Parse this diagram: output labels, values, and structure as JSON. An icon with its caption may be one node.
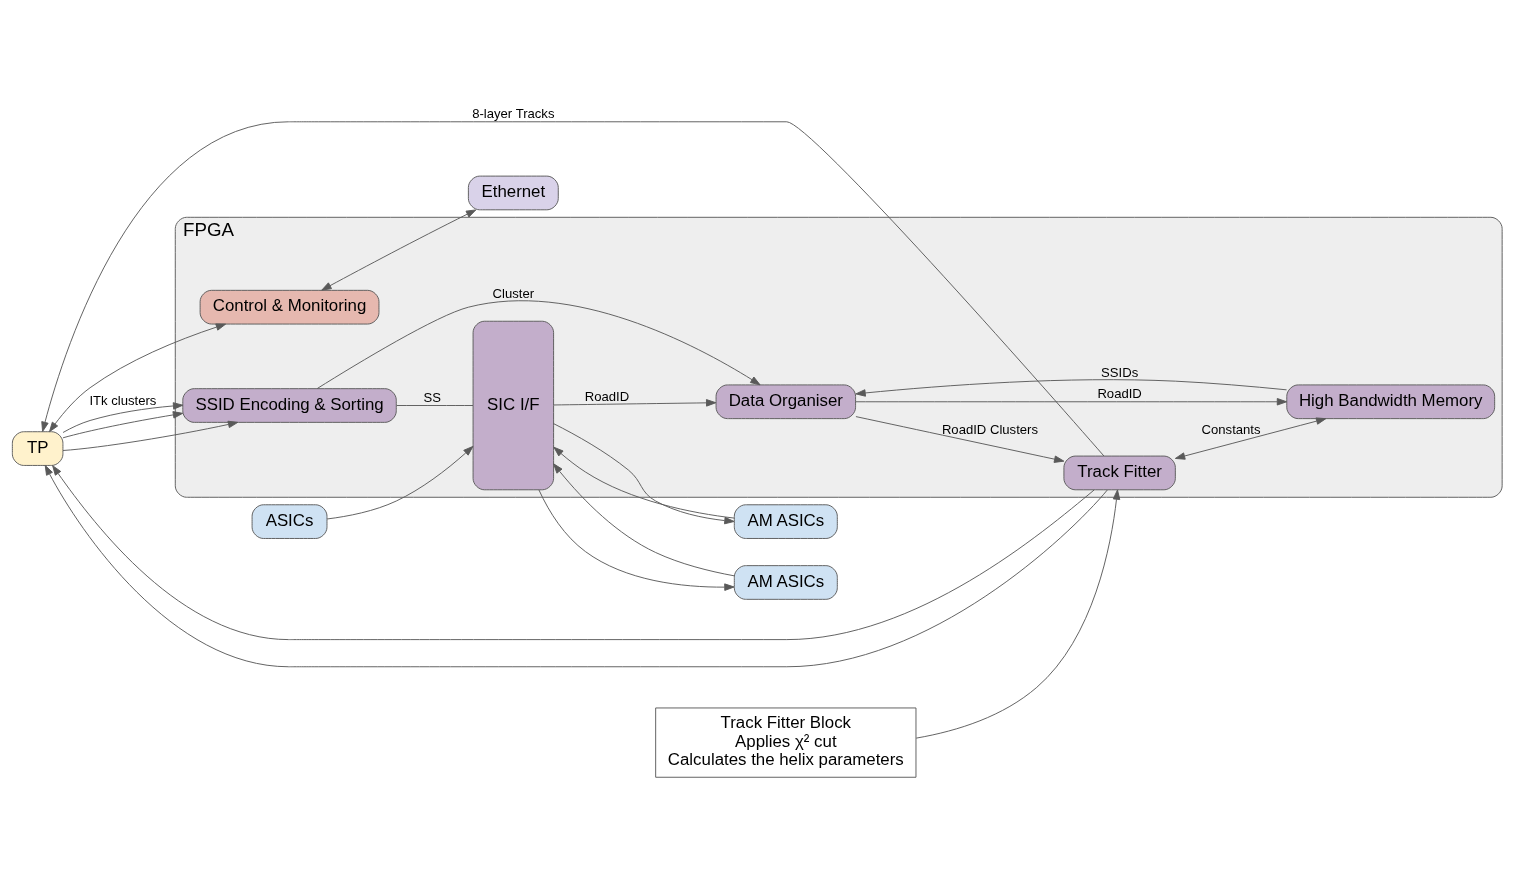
{
  "diagram": {
    "nodes": [
      {
        "text": [
          "TP"
        ]
      },
      {
        "text": [
          "FPGA"
        ]
      },
      {
        "text": [
          "SSID Encoding & Sorting"
        ],
        "in": 1
      },
      {
        "text": [
          "Track Fitter"
        ],
        "in": 1
      },
      {
        "text": [
          "Data Organiser"
        ],
        "in": 1
      },
      {
        "text": [
          "High Bandwidth Memory"
        ],
        "in": 1
      },
      {
        "text": [
          "SIC I/F"
        ],
        "in": 1
      },
      {
        "text": [
          "Control & Monitoring"
        ],
        "in": 1
      },
      {
        "text": [
          "ASICs"
        ]
      },
      {
        "text": [
          "AM ASICs"
        ]
      },
      {
        "text": [
          "AM ASICs"
        ]
      },
      {
        "text": [
          "Ethernet"
        ]
      },
      {
        "text": [
          "Track Fitter Block",
          "Applies χ² cut",
          "Calculates the helix parameters"
        ]
      }
    ],
    "edges": [
      {
        "from": 0,
        "to": 2,
        "arrow": "to"
      },
      {
        "from": 0,
        "to": 2,
        "arrow": "to"
      },
      {
        "from": 0,
        "to": 2,
        "arrow": "to",
        "label": "ITk clusters"
      },
      {
        "from": 2,
        "to": 6,
        "arrow": "none",
        "label": "SS"
      },
      {
        "from": 2,
        "to": 4,
        "arrow": "to",
        "label": "Cluster"
      },
      {
        "from": 6,
        "to": 4,
        "arrow": "to",
        "label": "RoadID"
      },
      {
        "from": 4,
        "to": 3,
        "arrow": "to",
        "label": "RoadID Clusters"
      },
      {
        "from": 3,
        "to": 5,
        "arrow": "both",
        "label": "Constants"
      },
      {
        "from": 5,
        "to": 4,
        "arrow": "to",
        "label": "SSIDs"
      },
      {
        "from": 4,
        "to": 5,
        "arrow": "to",
        "label": "RoadID"
      },
      {
        "from": 3,
        "to": 0,
        "arrow": "to",
        "label": "8-layer Tracks"
      },
      {
        "from": 3,
        "to": 0,
        "arrow": "to"
      },
      {
        "from": 3,
        "to": 0,
        "arrow": "to"
      },
      {
        "from": 0,
        "to": 7,
        "arrow": "both"
      },
      {
        "from": 7,
        "to": 11,
        "arrow": "both"
      },
      {
        "from": 8,
        "to": 6,
        "arrow": "to"
      },
      {
        "from": 6,
        "to": 9,
        "arrow": "to"
      },
      {
        "from": 9,
        "to": 6,
        "arrow": "to"
      },
      {
        "from": 6,
        "to": 10,
        "arrow": "to"
      },
      {
        "from": 10,
        "to": 6,
        "arrow": "to"
      },
      {
        "from": 12,
        "to": 3,
        "arrow": "to"
      }
    ]
  }
}
